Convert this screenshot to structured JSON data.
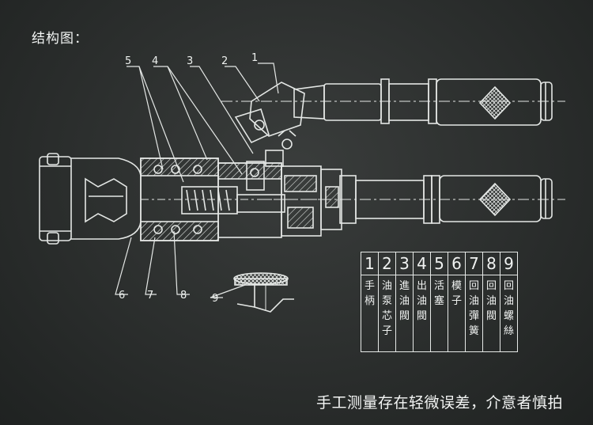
{
  "heading": "结构图：",
  "footer": "手工测量存在轻微误差，介意者慎拍",
  "callouts": [
    "1",
    "2",
    "3",
    "4",
    "5",
    "6",
    "7",
    "8",
    "9"
  ],
  "parts_table": {
    "numbers": [
      "1",
      "2",
      "3",
      "4",
      "5",
      "6",
      "7",
      "8",
      "9"
    ],
    "names": [
      "手柄",
      "油泵芯子",
      "進油閥",
      "出油閥",
      "活塞",
      "模子",
      "回油彈簧",
      "回油閥",
      "回油螺絲"
    ]
  }
}
